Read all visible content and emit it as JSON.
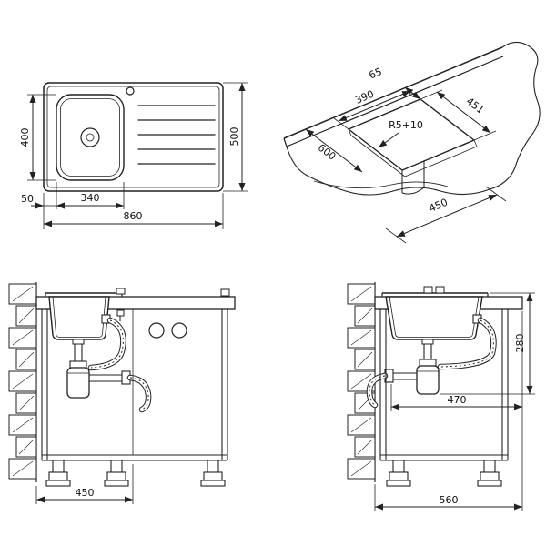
{
  "colors": {
    "line": "#222222",
    "background": "#ffffff"
  },
  "dims": {
    "plan": {
      "bowl_depth": "400",
      "total_depth": "500",
      "left_offset": "50",
      "bowl_width": "340",
      "total_width": "860"
    },
    "cutout": {
      "front_gap": "65",
      "cut_length": "451",
      "cut_width": "390",
      "corner_radius": "R5+10",
      "worktop_depth": "600",
      "base_width": "450"
    },
    "front": {
      "cabinet_width": "450"
    },
    "side": {
      "bowl_height": "280",
      "drain_offset": "470",
      "cabinet_depth": "560"
    }
  }
}
